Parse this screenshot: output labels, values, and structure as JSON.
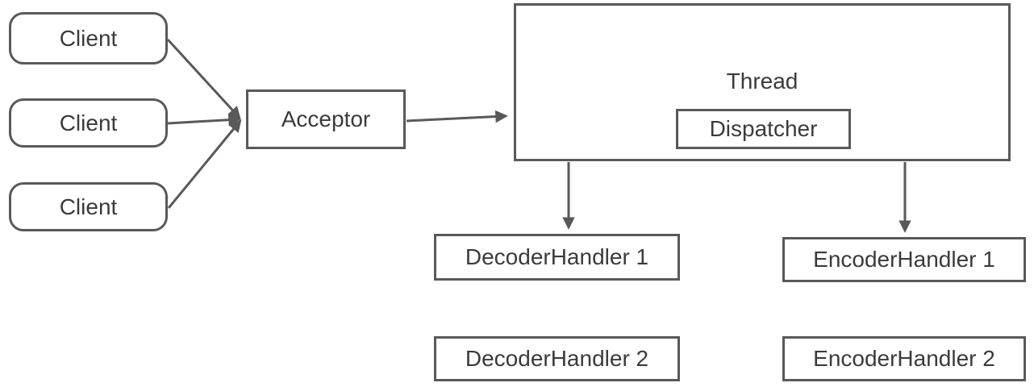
{
  "diagram": {
    "title": "Reactor thread model diagram",
    "colors": {
      "background": "#ffffff",
      "stroke": "#595959",
      "text": "#3b3b3b"
    },
    "nodes": {
      "client_1": {
        "label": "Client",
        "shape": "rounded-rect"
      },
      "client_2": {
        "label": "Client",
        "shape": "rounded-rect"
      },
      "client_3": {
        "label": "Client",
        "shape": "rounded-rect"
      },
      "acceptor": {
        "label": "Acceptor",
        "shape": "rect"
      },
      "thread": {
        "label": "Thread",
        "shape": "rect"
      },
      "dispatcher": {
        "label": "Dispatcher",
        "shape": "rect",
        "parent": "thread"
      },
      "decoder_handler_1": {
        "label": "DecoderHandler 1",
        "shape": "rect"
      },
      "decoder_handler_2": {
        "label": "DecoderHandler 2",
        "shape": "rect"
      },
      "encoder_handler_1": {
        "label": "EncoderHandler 1",
        "shape": "rect"
      },
      "encoder_handler_2": {
        "label": "EncoderHandler 2",
        "shape": "rect"
      }
    },
    "edges": [
      {
        "from": "client_1",
        "to": "acceptor",
        "arrow": "end"
      },
      {
        "from": "client_2",
        "to": "acceptor",
        "arrow": "end"
      },
      {
        "from": "client_3",
        "to": "acceptor",
        "arrow": "end"
      },
      {
        "from": "acceptor",
        "to": "thread",
        "arrow": "end"
      },
      {
        "from": "thread",
        "to": "decoder_handler_1",
        "arrow": "end"
      },
      {
        "from": "thread",
        "to": "encoder_handler_1",
        "arrow": "end"
      }
    ]
  }
}
